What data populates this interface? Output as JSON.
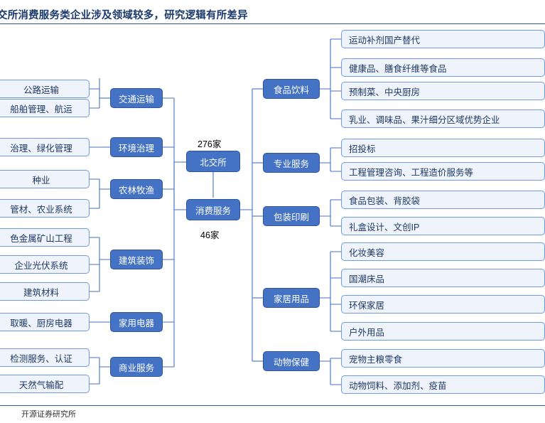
{
  "title": "交所消费服务类企业涉及领域较多，研究逻辑有所差异",
  "source": "开源证券研究所",
  "root": {
    "label": "北交所",
    "count_top": "276家",
    "count_bottom": "46家"
  },
  "branch_consumer": {
    "label": "消费服务"
  },
  "left_categories": [
    {
      "label": "交通运输",
      "items": [
        "公路运输",
        "船舶管理、航运"
      ]
    },
    {
      "label": "环境治理",
      "items": [
        "治理、绿化管理"
      ]
    },
    {
      "label": "农林牧渔",
      "items": [
        "种业",
        "管材、农业系统"
      ]
    },
    {
      "label": "建筑装饰",
      "items": [
        "色金属矿山工程",
        "企业光伏系统",
        "建筑材料"
      ]
    },
    {
      "label": "家用电器",
      "items": [
        "取暖、厨房电器"
      ]
    },
    {
      "label": "商业服务",
      "items": [
        "检测服务、认证",
        "天然气输配"
      ]
    }
  ],
  "right_categories": [
    {
      "label": "食品饮料",
      "items": [
        "运动补剂国产替代",
        "健康品、膳食纤维等食品",
        "预制菜、中央厨房",
        "乳业、调味品、果汁细分区域优势企业"
      ]
    },
    {
      "label": "专业服务",
      "items": [
        "招投标",
        "工程管理咨询、工程造价服务等"
      ]
    },
    {
      "label": "包装印刷",
      "items": [
        "食品包装、背胶袋",
        "礼盒设计、文创IP"
      ]
    },
    {
      "label": "家居用品",
      "items": [
        "化妆美容",
        "国潮床品",
        "环保家居",
        "户外用品"
      ]
    },
    {
      "label": "动物保健",
      "items": [
        "宠物主粮零食",
        "动物饲料、添加剂、疫苗"
      ]
    }
  ],
  "colors": {
    "node_fill": "#4472c4",
    "node_border": "#2f5597",
    "leaf_fill": "#eff4fc",
    "leaf_border": "#6f9be0",
    "title_color": "#1a3a6b"
  }
}
